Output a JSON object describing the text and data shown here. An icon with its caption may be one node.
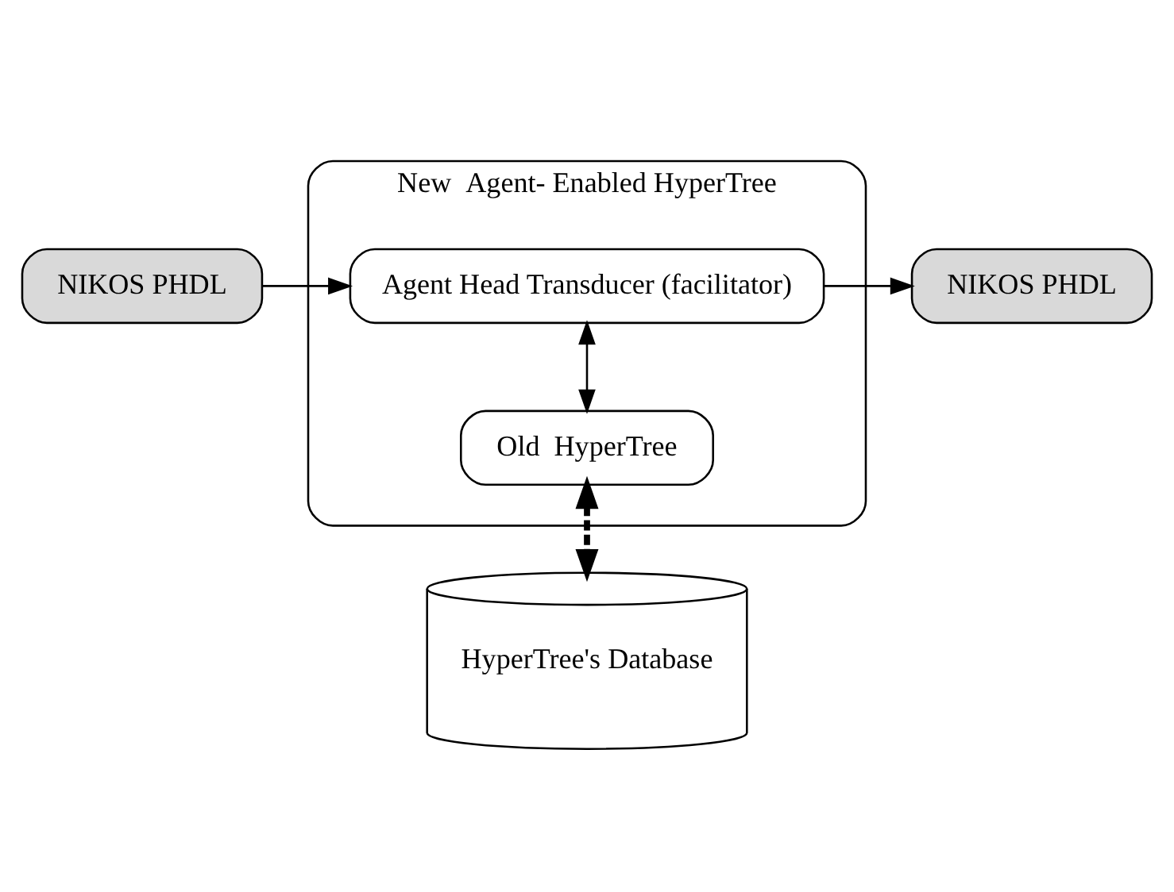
{
  "diagram": {
    "nodes": [
      {
        "text": [
          "NIKOS PHDL"
        ]
      },
      {
        "text": [
          "New  Agent- Enabled HyperTree"
        ]
      },
      {
        "text": [
          "Agent Head Transducer (facilitator)"
        ],
        "in": 1
      },
      {
        "text": [
          "NIKOS PHDL"
        ]
      },
      {
        "text": [
          "Old  HyperTree"
        ],
        "in": 1
      },
      {
        "text": [
          "HyperTree's Database"
        ]
      }
    ],
    "edges": [
      {
        "from": 0,
        "to": 2,
        "arrow": "to"
      },
      {
        "from": 2,
        "to": 3,
        "arrow": "to"
      },
      {
        "from": 2,
        "to": 4,
        "arrow": "both"
      },
      {
        "from": 4,
        "to": 5,
        "arrow": "both",
        "style": "dashed"
      }
    ]
  }
}
